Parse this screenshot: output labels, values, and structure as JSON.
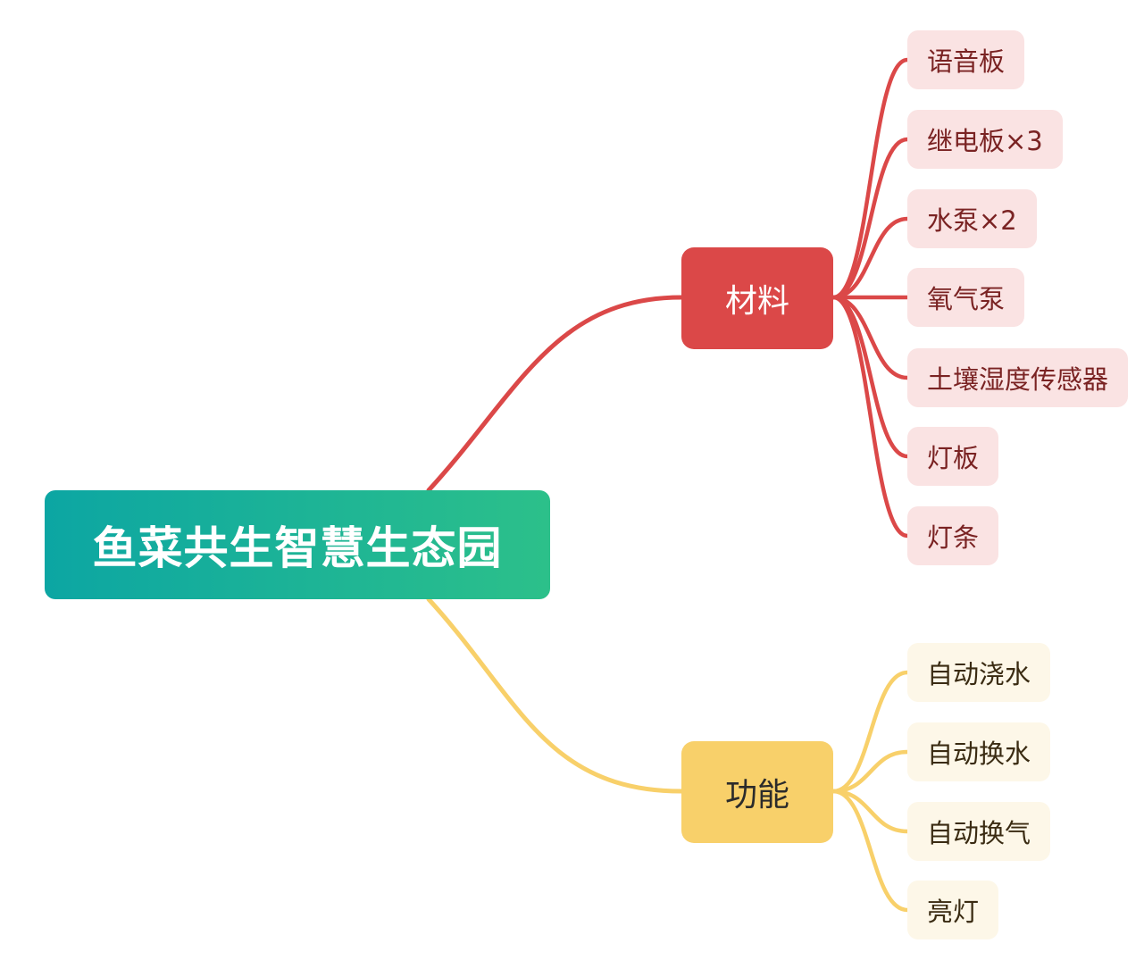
{
  "mindmap": {
    "root": {
      "label": "鱼菜共生智慧生态园"
    },
    "branches": [
      {
        "label": "材料",
        "color": "#db4848",
        "children": [
          "语音板",
          "继电板×3",
          "水泵×2",
          "氧气泵",
          "土壤湿度传感器",
          "灯板",
          "灯条"
        ]
      },
      {
        "label": "功能",
        "color": "#f8d06a",
        "children": [
          "自动浇水",
          "自动换水",
          "自动换气",
          "亮灯"
        ]
      }
    ]
  }
}
